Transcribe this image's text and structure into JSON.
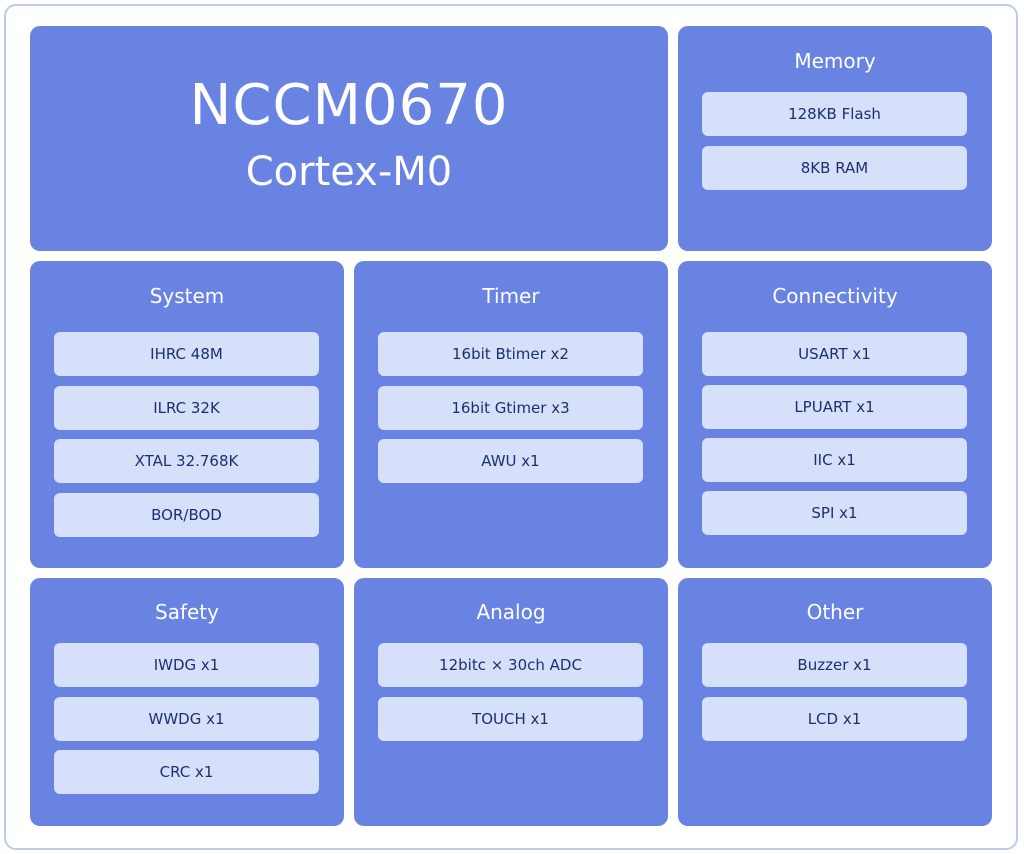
{
  "cpu": {
    "name": "NCCM0670",
    "core": "Cortex-M0"
  },
  "memory": {
    "title": "Memory",
    "items": [
      "128KB Flash",
      "8KB RAM"
    ]
  },
  "system": {
    "title": "System",
    "items": [
      "IHRC 48M",
      "ILRC 32K",
      "XTAL 32.768K",
      "BOR/BOD"
    ]
  },
  "timer": {
    "title": "Timer",
    "items": [
      "16bit Btimer x2",
      "16bit Gtimer x3",
      "AWU x1"
    ]
  },
  "connectivity": {
    "title": "Connectivity",
    "items": [
      "USART x1",
      "LPUART x1",
      "IIC x1",
      "SPI x1"
    ]
  },
  "safety": {
    "title": "Safety",
    "items": [
      "IWDG x1",
      "WWDG x1",
      "CRC x1"
    ]
  },
  "analog": {
    "title": "Analog",
    "items": [
      "12bitc × 30ch ADC",
      "TOUCH x1"
    ]
  },
  "other": {
    "title": "Other",
    "items": [
      "Buzzer x1",
      "LCD x1"
    ]
  },
  "colors": {
    "panel": "#6883e2",
    "chip": "#d6e0fa",
    "chip_text": "#1d2f72",
    "frame_border": "#bccbea"
  }
}
